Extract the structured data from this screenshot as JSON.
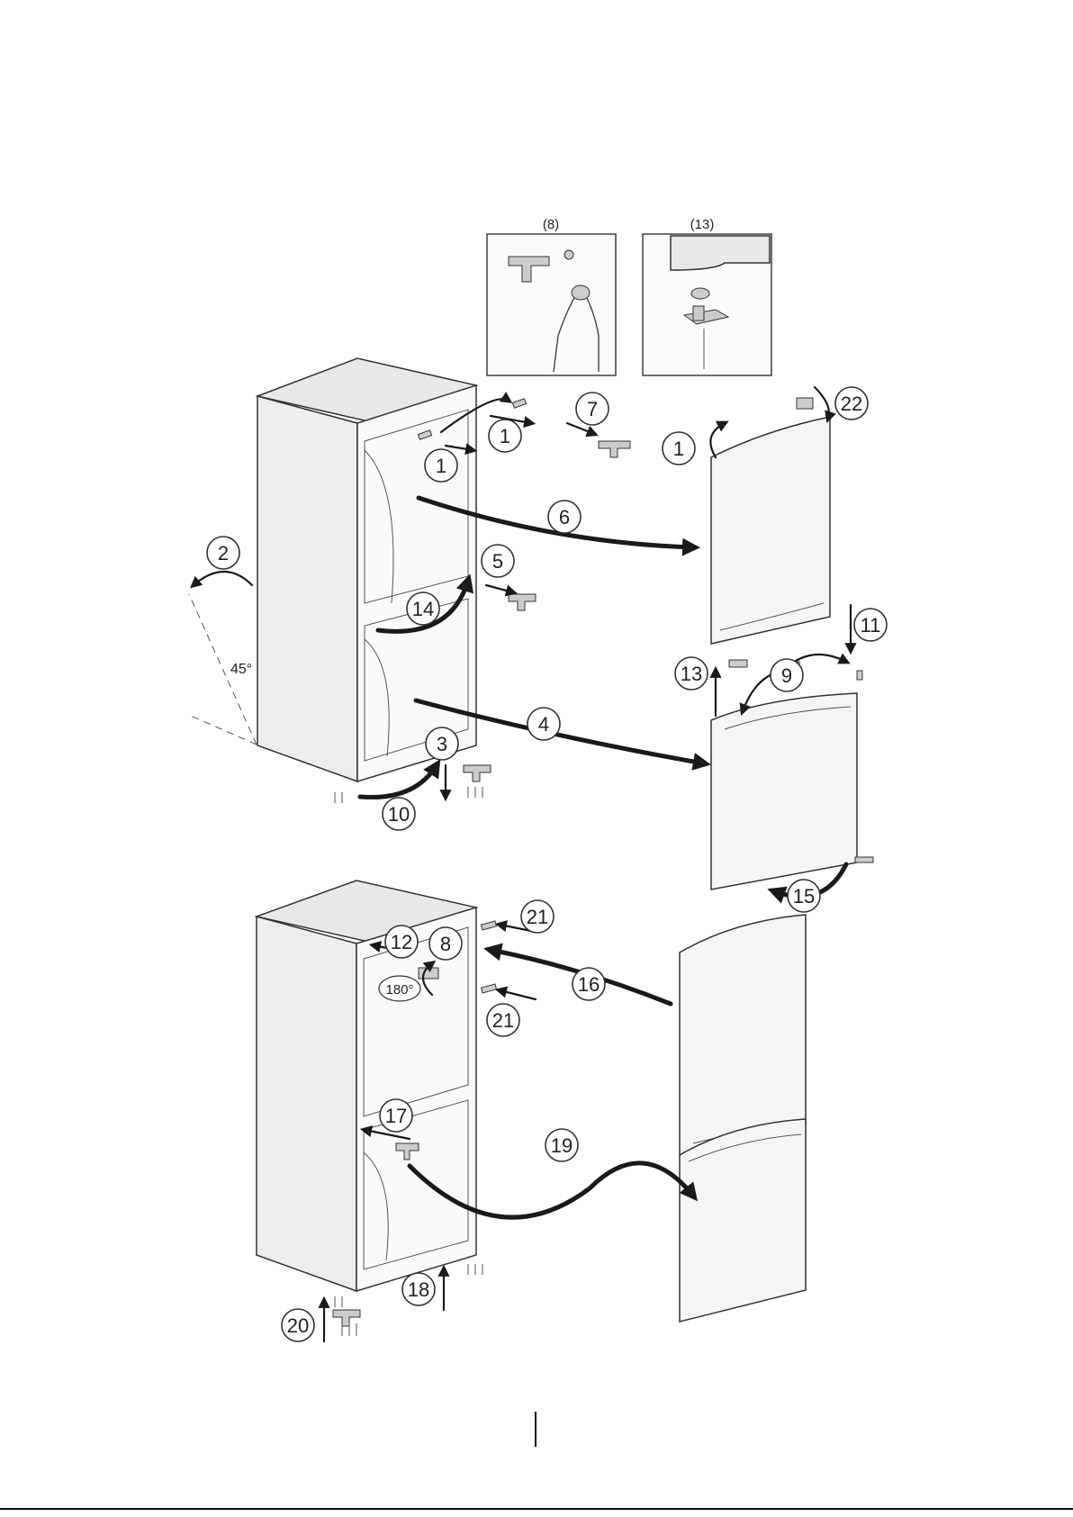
{
  "insets": [
    {
      "id": "inset-8",
      "label": "(8)"
    },
    {
      "id": "inset-13",
      "label": "(13)"
    }
  ],
  "steps": {
    "s1a": "1",
    "s1b": "1",
    "s1c": "1",
    "s2": "2",
    "s3": "3",
    "s4": "4",
    "s5": "5",
    "s6": "6",
    "s7": "7",
    "s8": "8",
    "s9": "9",
    "s10": "10",
    "s11": "11",
    "s12": "12",
    "s13": "13",
    "s14": "14",
    "s15": "15",
    "s16": "16",
    "s17": "17",
    "s18": "18",
    "s19": "19",
    "s20": "20",
    "s21a": "21",
    "s21b": "21",
    "s22": "22"
  },
  "angles": {
    "tilt": "45°",
    "rotate": "180°"
  }
}
